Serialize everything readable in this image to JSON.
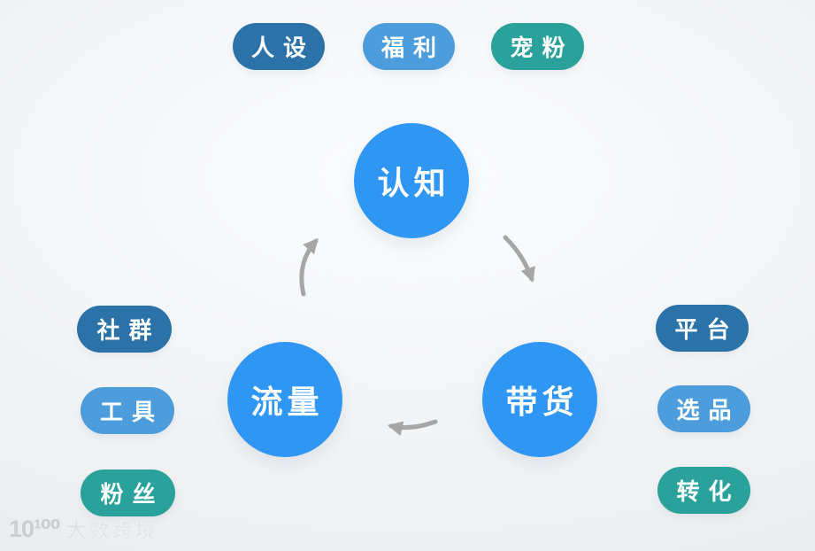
{
  "diagram": {
    "nodes": {
      "renzhi": {
        "label": "认知",
        "color": "#2f96f3"
      },
      "liuliang": {
        "label": "流量",
        "color": "#2f96f3"
      },
      "daihuo": {
        "label": "带货",
        "color": "#2f96f3"
      }
    },
    "tags": {
      "renshe": {
        "label": "人设",
        "color": "#2a72a8"
      },
      "fuli": {
        "label": "福利",
        "color": "#4d9ddc"
      },
      "chongfen": {
        "label": "宠粉",
        "color": "#2aa29b"
      },
      "shequn": {
        "label": "社群",
        "color": "#2a72a8"
      },
      "gongju": {
        "label": "工具",
        "color": "#4d9ddc"
      },
      "fensi": {
        "label": "粉丝",
        "color": "#2aa29b"
      },
      "pingtai": {
        "label": "平台",
        "color": "#2a72a8"
      },
      "xuanpin": {
        "label": "选品",
        "color": "#4d9ddc"
      },
      "zhuanhua": {
        "label": "转化",
        "color": "#2aa29b"
      }
    },
    "arrow_color": "#a6a6a6"
  },
  "watermark": {
    "logo": "10¹⁰⁰",
    "text": "大数跨境",
    "color": "#c7cbcd"
  }
}
